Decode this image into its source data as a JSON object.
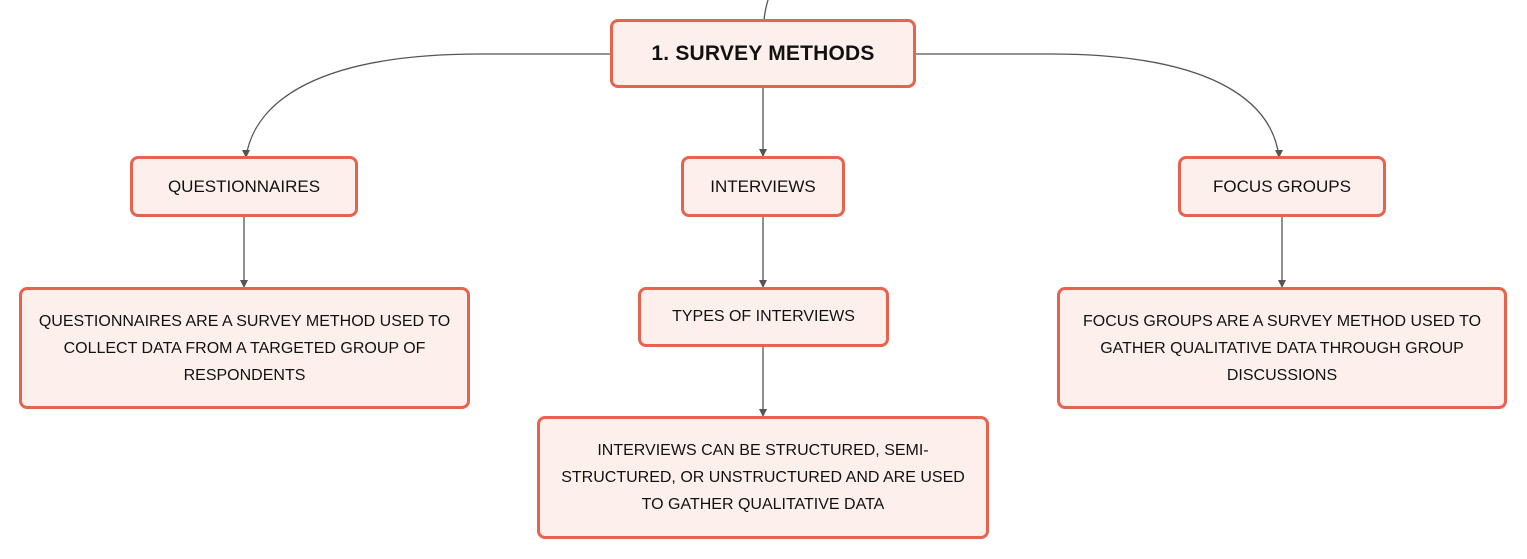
{
  "colors": {
    "node_fill": "#fdf0ec",
    "node_border": "#e8634f",
    "connector": "#555555",
    "text": "#111111"
  },
  "root": {
    "label": "1. SURVEY METHODS"
  },
  "branches": [
    {
      "label": "QUESTIONNAIRES",
      "children": [
        {
          "label": "QUESTIONNAIRES ARE A SURVEY METHOD USED TO COLLECT DATA FROM A TARGETED GROUP OF RESPONDENTS"
        }
      ]
    },
    {
      "label": "INTERVIEWS",
      "children": [
        {
          "label": "TYPES OF INTERVIEWS",
          "children": [
            {
              "label": "INTERVIEWS CAN BE STRUCTURED, SEMI-STRUCTURED, OR UNSTRUCTURED AND ARE USED TO GATHER QUALITATIVE DATA"
            }
          ]
        }
      ]
    },
    {
      "label": "FOCUS GROUPS",
      "children": [
        {
          "label": "FOCUS GROUPS ARE A SURVEY METHOD USED TO GATHER QUALITATIVE DATA THROUGH GROUP DISCUSSIONS"
        }
      ]
    }
  ]
}
